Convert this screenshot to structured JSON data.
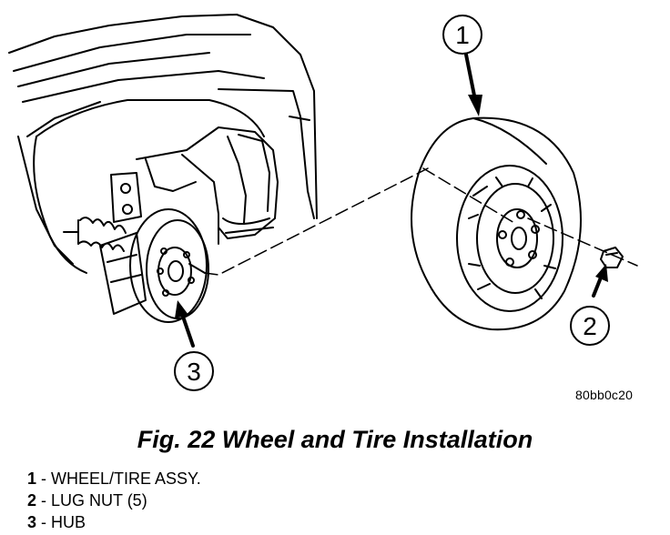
{
  "callouts": [
    {
      "number": "1"
    },
    {
      "number": "2"
    },
    {
      "number": "3"
    }
  ],
  "reference_code": "80bb0c20",
  "caption": "Fig. 22 Wheel and Tire Installation",
  "legend": [
    {
      "number": "1",
      "text": " - WHEEL/TIRE ASSY."
    },
    {
      "number": "2",
      "text": " - LUG NUT (5)"
    },
    {
      "number": "3",
      "text": " - HUB"
    }
  ]
}
